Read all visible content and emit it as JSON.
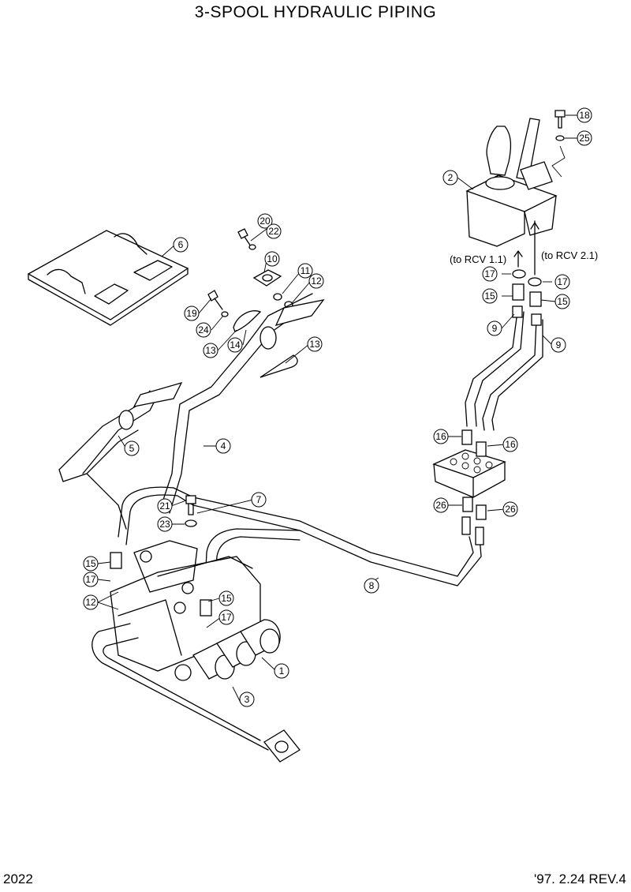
{
  "title": "3-SPOOL HYDRAULIC PIPING",
  "page_number": "2022",
  "revision": "'97. 2.24  REV.4",
  "notes": {
    "to_rcv_1": "(to RCV 1.1)",
    "to_rcv_2": "(to RCV 2.1)"
  },
  "callouts": [
    "18",
    "25",
    "2",
    "6",
    "20",
    "22",
    "10",
    "11",
    "12",
    "19",
    "24",
    "14",
    "13",
    "13",
    "17",
    "17",
    "15",
    "15",
    "9",
    "9",
    "5",
    "4",
    "16",
    "16",
    "26",
    "26",
    "21",
    "7",
    "23",
    "15",
    "17",
    "12",
    "15",
    "17",
    "8",
    "1",
    "3"
  ]
}
